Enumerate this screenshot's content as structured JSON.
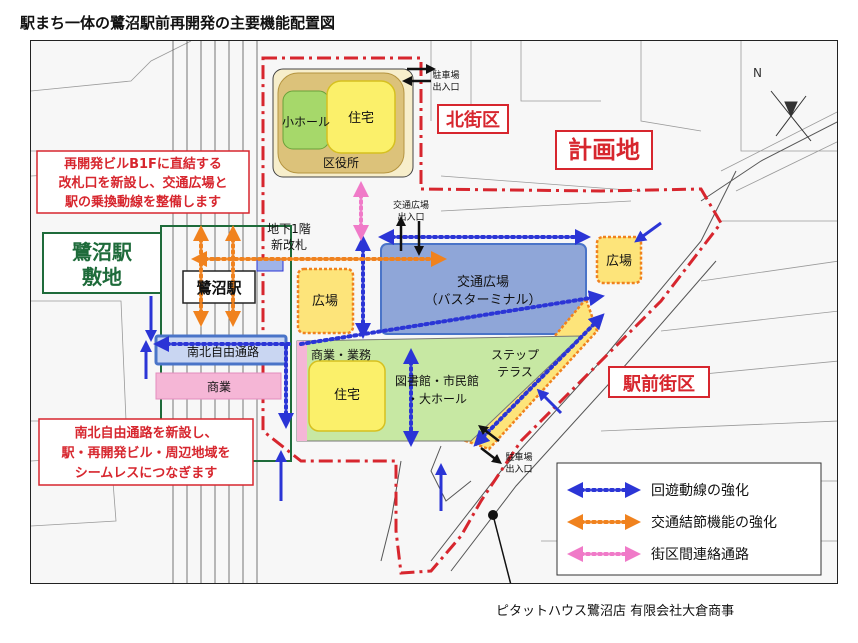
{
  "title": "駅まち一体の鷺沼駅前再開発の主要機能配置図",
  "districts": {
    "north": "北街区",
    "plan_area": "計画地",
    "station_front": "駅前街区"
  },
  "station": {
    "site_line1": "鷺沼駅",
    "site_line2": "敷地",
    "name": "鷺沼駅"
  },
  "facilities": {
    "small_hall": "小ホール",
    "housing_north": "住宅",
    "ward_office": "区役所",
    "bus_terminal_line1": "交通広場",
    "bus_terminal_line2": "（バスターミナル）",
    "plaza_left": "広場",
    "plaza_right": "広場",
    "commerce_business": "商業・業務",
    "housing_south": "住宅",
    "library_line1": "図書館・市民館",
    "library_line2": "・大ホール",
    "step_terrace_line1": "ステップ",
    "step_terrace_line2": "テラス",
    "north_south_passage": "南北自由通路",
    "commerce": "商業",
    "basement_gate_line1": "地下1階",
    "basement_gate_line2": "新改札"
  },
  "small_labels": {
    "parking_north_line1": "駐車場",
    "parking_north_line2": "出入口",
    "traffic_plaza_line1": "交通広場",
    "traffic_plaza_line2": "出入口",
    "parking_south_line1": "駐車場",
    "parking_south_line2": "出入口"
  },
  "callouts": {
    "top_lines": [
      "再開発ビルB1Fに直結する",
      "改札口を新設し、交通広場と",
      "駅の乗換動線を整備します"
    ],
    "bottom_lines": [
      "南北自由通路を新設し、",
      "駅・再開発ビル・周辺地域を",
      "シームレスにつなぎます"
    ]
  },
  "legend": [
    {
      "label": "回遊動線の強化",
      "color": "#2b35d6"
    },
    {
      "label": "交通結節機能の強化",
      "color": "#f0821e"
    },
    {
      "label": "街区間連絡通路",
      "color": "#f07ac8"
    }
  ],
  "compass_letter": "N",
  "credit": "ピタットハウス鷺沼店 有限会社大倉商事",
  "colors": {
    "red": "#d7262e",
    "green_outline": "#1e6b3a",
    "blue": "#2b35d6",
    "orange": "#f0821e",
    "pink": "#f07ac8"
  }
}
